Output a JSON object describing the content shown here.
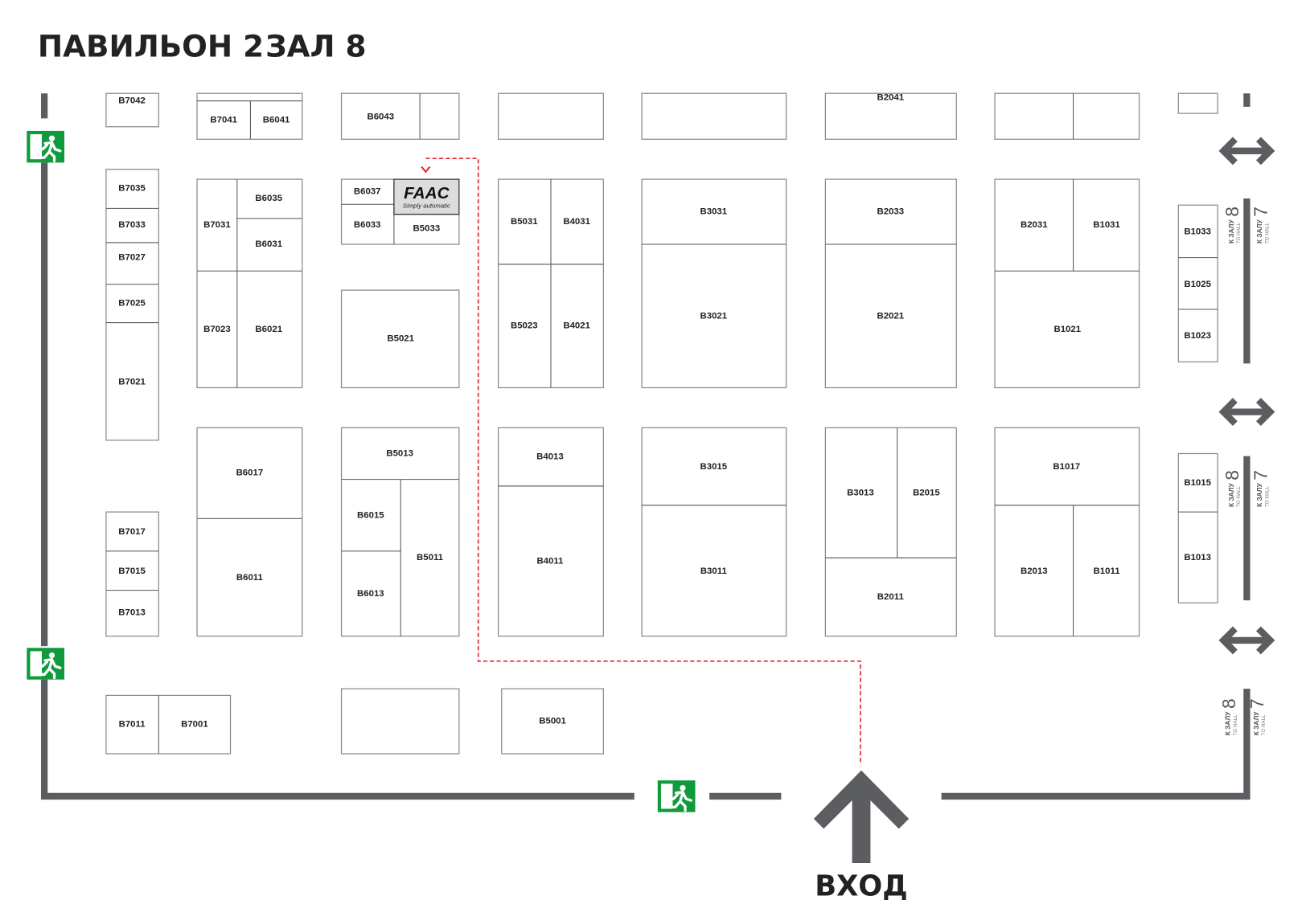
{
  "title": {
    "pavilion": "ПАВИЛЬОН 2",
    "hall": "ЗАЛ 8"
  },
  "entrance_label": "ВХОД",
  "hall_direction": {
    "ru": "К ЗАЛУ",
    "en": "TO HALL",
    "left_hall": "8",
    "right_hall": "7"
  },
  "exhibitor": {
    "name": "FAAC",
    "tagline": "Simply automatic",
    "booth": "B5033"
  },
  "colors": {
    "route": "#e8252b",
    "walls": "#5b5d60",
    "exit_green": "#0f9a3c",
    "exhibitor_fill": "#dcdcdc"
  },
  "icons": [
    "emergency-exit-icon",
    "double-arrow-icon",
    "entrance-arrow-icon",
    "route-arrow-icon"
  ],
  "booths": [
    "B7042",
    "B7041",
    "B6041",
    "B6043",
    "B2041",
    "B7035",
    "B7033",
    "B7027",
    "B7025",
    "B7021",
    "B7031",
    "B6035",
    "B6031",
    "B7023",
    "B6021",
    "B6037",
    "B6033",
    "B5033",
    "B5021",
    "B5031",
    "B4031",
    "B5023",
    "B4021",
    "B3031",
    "B3021",
    "B2033",
    "B2021",
    "B2031",
    "B1031",
    "B1021",
    "B1033",
    "B1025",
    "B1023",
    "B6017",
    "B6011",
    "B5013",
    "B6015",
    "B6013",
    "B5011",
    "B4013",
    "B4011",
    "B3015",
    "B3011",
    "B3013",
    "B2015",
    "B2011",
    "B1017",
    "B2013",
    "B1011",
    "B1015",
    "B1013",
    "B7017",
    "B7015",
    "B7013",
    "B7011",
    "B7001",
    "B5001"
  ]
}
